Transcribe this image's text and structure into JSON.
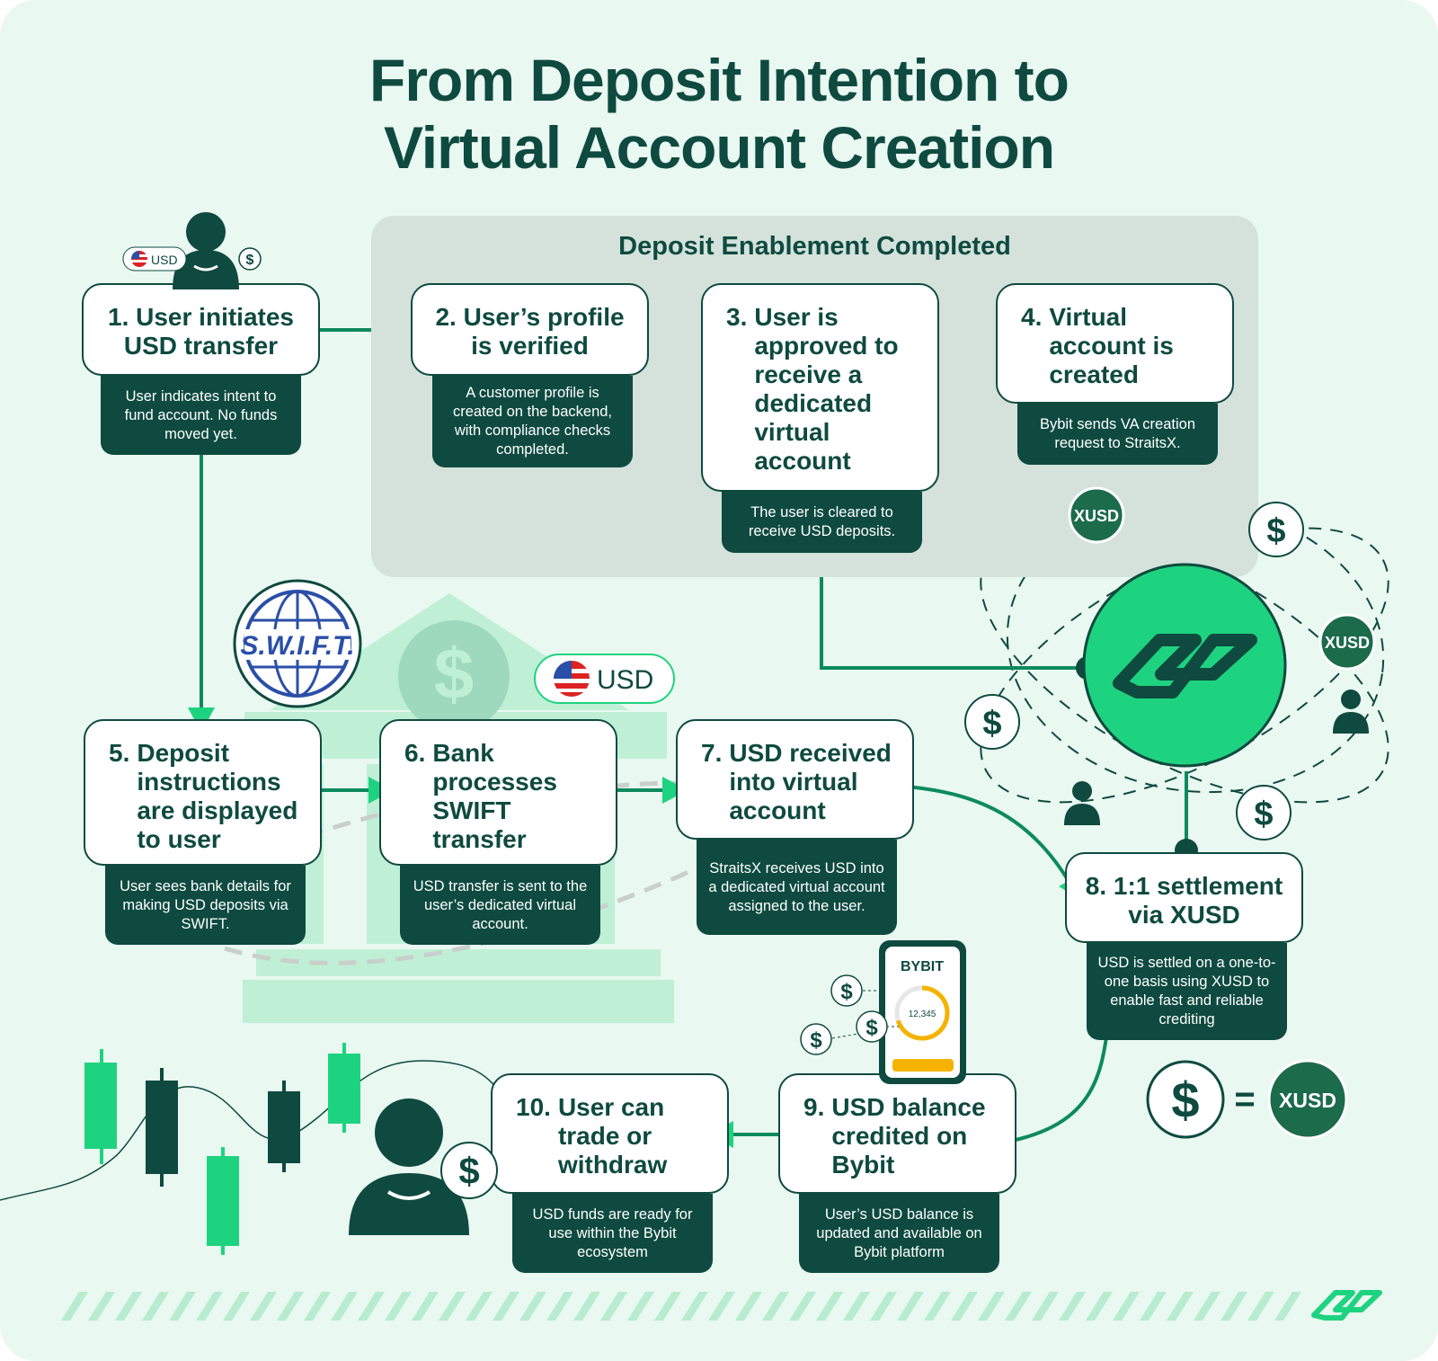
{
  "title": {
    "line1": "From Deposit Intention to",
    "line2": "Virtual Account Creation"
  },
  "enablement_panel": {
    "label": "Deposit Enablement Completed"
  },
  "steps": [
    {
      "number": "1.",
      "title": "User initiates USD transfer",
      "description": "User indicates intent to fund account. No funds moved yet."
    },
    {
      "number": "2.",
      "title": "User’s profile is verified",
      "description": "A customer profile is created on the backend, with compliance checks completed."
    },
    {
      "number": "3.",
      "title": "User is approved to receive a dedicated virtual account",
      "description": "The user is cleared to receive USD deposits."
    },
    {
      "number": "4.",
      "title": "Virtual account is created",
      "description": "Bybit sends VA creation request to StraitsX."
    },
    {
      "number": "5.",
      "title": "Deposit instructions are displayed to user",
      "description": "User sees bank details for making USD deposits via SWIFT."
    },
    {
      "number": "6.",
      "title": "Bank processes SWIFT transfer",
      "description": "USD transfer is sent to the user’s dedicated virtual account."
    },
    {
      "number": "7.",
      "title": "USD received into virtual account",
      "description": "StraitsX receives USD into a dedicated virtual account assigned to the user."
    },
    {
      "number": "8.",
      "title": "1:1 settlement via XUSD",
      "description": "USD is settled on a one-to-one basis using XUSD to enable fast and reliable crediting"
    },
    {
      "number": "9.",
      "title": "USD balance credited on Bybit",
      "description": "User’s USD balance is updated and available on Bybit platform"
    },
    {
      "number": "10.",
      "title": "User can trade or withdraw",
      "description": "USD funds are ready for use within the Bybit ecosystem"
    }
  ],
  "badges": {
    "usd_small": "USD",
    "usd_large": "USD",
    "xusd": "XUSD",
    "dollar": "$",
    "swift": "S.W.I.F.T.",
    "equation_equals": "="
  },
  "phone": {
    "brand": "BYBIT",
    "balance": "12,345",
    "progress": 0.7
  },
  "colors": {
    "background": "#e9f8f0",
    "dark_green": "#0e4a3f",
    "bright_green": "#1ed37f",
    "mint": "#bff0d6",
    "panel_grey": "#d4e2db",
    "amber": "#f5b300",
    "swift_blue": "#2a4fa8"
  },
  "icons": [
    "user-icon",
    "dollar-coin-icon",
    "xusd-coin-icon",
    "us-flag-icon",
    "swift-globe-icon",
    "bank-icon",
    "straitsx-logo-icon",
    "phone-icon",
    "candlestick-chart-icon"
  ]
}
